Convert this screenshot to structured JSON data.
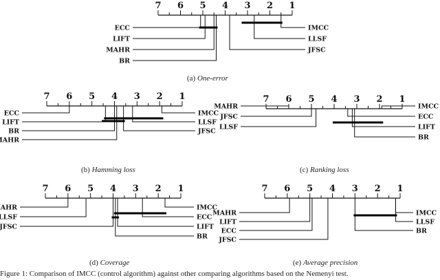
{
  "panels": [
    {
      "id": "a",
      "caption_label": "(a)",
      "caption_title": "One-error",
      "axis_ticks": [
        "7",
        "6",
        "5",
        "4",
        "3",
        "2",
        "1"
      ],
      "left_methods": [
        {
          "name": "ECC",
          "rank": 5.1
        },
        {
          "name": "LIFT",
          "rank": 4.9
        },
        {
          "name": "MAHR",
          "rank": 4.5
        },
        {
          "name": "BR",
          "rank": 4.4
        }
      ],
      "right_methods": [
        {
          "name": "IMCC",
          "rank": 1.5
        },
        {
          "name": "LLSF",
          "rank": 2.7
        },
        {
          "name": "JFSC",
          "rank": 3.8
        }
      ],
      "cliques": [
        [
          1.5,
          3.2
        ],
        [
          4.4,
          5.1
        ]
      ]
    },
    {
      "id": "b",
      "caption_label": "(b)",
      "caption_title": "Hamming loss",
      "axis_ticks": [
        "7",
        "6",
        "5",
        "4",
        "3",
        "2",
        "1"
      ],
      "left_methods": [
        {
          "name": "ECC",
          "rank": 6.0
        },
        {
          "name": "LIFT",
          "rank": 4.4
        },
        {
          "name": "BR",
          "rank": 4.0
        },
        {
          "name": "MAHR",
          "rank": 3.9
        }
      ],
      "right_methods": [
        {
          "name": "IMCC",
          "rank": 1.9
        },
        {
          "name": "LLSF",
          "rank": 3.2
        },
        {
          "name": "JFSC",
          "rank": 3.6
        }
      ],
      "cliques": [
        [
          1.9,
          4.4
        ],
        [
          3.6,
          4.5
        ]
      ]
    },
    {
      "id": "c",
      "caption_label": "(c)",
      "caption_title": "Ranking loss",
      "axis_ticks": [
        "7",
        "6",
        "5",
        "4",
        "3",
        "2",
        "1"
      ],
      "left_methods": [
        {
          "name": "MAHR",
          "rank": 6.0
        },
        {
          "name": "JFSC",
          "rank": 5.0
        },
        {
          "name": "LLSF",
          "rank": 4.8
        }
      ],
      "right_methods": [
        {
          "name": "IMCC",
          "rank": 1.9
        },
        {
          "name": "ECC",
          "rank": 3.4
        },
        {
          "name": "LIFT",
          "rank": 3.2
        },
        {
          "name": "BR",
          "rank": 3.1
        }
      ],
      "cliques": [
        [
          1.9,
          4.0
        ]
      ]
    },
    {
      "id": "d",
      "caption_label": "(d)",
      "caption_title": "Coverage",
      "axis_ticks": [
        "7",
        "6",
        "5",
        "4",
        "3",
        "2",
        "1"
      ],
      "left_methods": [
        {
          "name": "MAHR",
          "rank": 6.0
        },
        {
          "name": "LLSF",
          "rank": 5.2
        },
        {
          "name": "JFSC",
          "rank": 4.0
        }
      ],
      "right_methods": [
        {
          "name": "IMCC",
          "rank": 1.7
        },
        {
          "name": "ECC",
          "rank": 2.7
        },
        {
          "name": "LIFT",
          "rank": 3.8
        },
        {
          "name": "BR",
          "rank": 3.9
        }
      ],
      "cliques": [
        [
          1.7,
          3.9
        ],
        [
          3.8,
          4.0
        ]
      ]
    },
    {
      "id": "e",
      "caption_label": "(e)",
      "caption_title": "Average precision",
      "axis_ticks": [
        "7",
        "6",
        "5",
        "4",
        "3",
        "2",
        "1"
      ],
      "left_methods": [
        {
          "name": "MAHR",
          "rank": 5.9
        },
        {
          "name": "LIFT",
          "rank": 5.0
        },
        {
          "name": "ECC",
          "rank": 4.9
        },
        {
          "name": "JFSC",
          "rank": 4.2
        }
      ],
      "right_methods": [
        {
          "name": "IMCC",
          "rank": 1.2
        },
        {
          "name": "LLSF",
          "rank": 1.2
        },
        {
          "name": "BR",
          "rank": 3.0
        }
      ],
      "cliques": [
        [
          1.2,
          3.0
        ]
      ]
    }
  ],
  "footer_text": "Figure 1: Comparison of IMCC (control algorithm) against other comparing algorithms based on the Nemenyi test."
}
